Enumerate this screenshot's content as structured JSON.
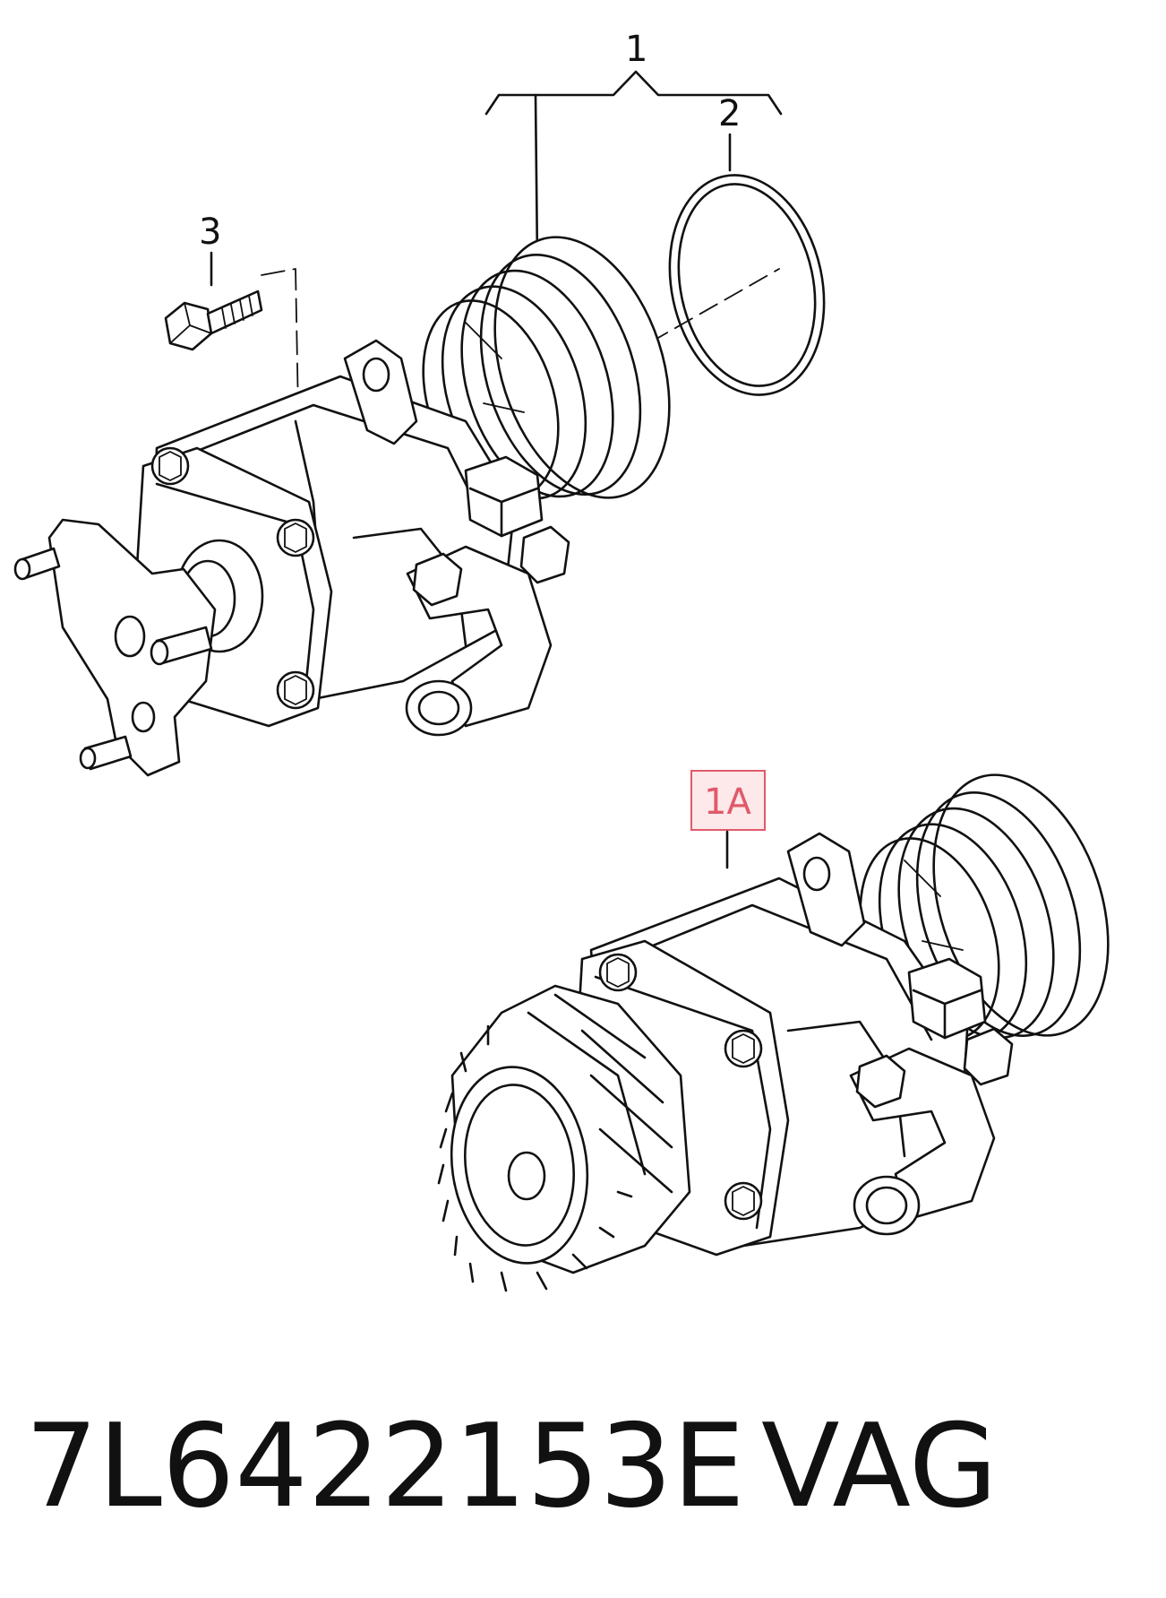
{
  "callouts": {
    "c1": "1",
    "c2": "2",
    "c3": "3",
    "c1a": "1A"
  },
  "highlight": {
    "label_ref": "1A",
    "border_color": "#e05a6a",
    "fill_color": "#fde8ea"
  },
  "caption": {
    "part_number": "7L6422153E",
    "brand": "VAG"
  },
  "icons": {
    "assembly_top": "power-steering-pump-with-bracket",
    "assembly_bottom": "power-steering-pump-with-sprocket",
    "seal": "o-ring",
    "fastener": "hex-bolt"
  }
}
